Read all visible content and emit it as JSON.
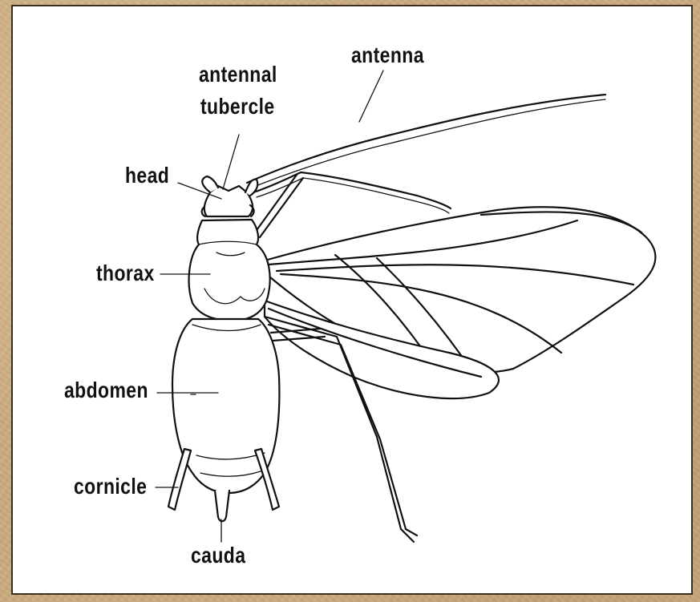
{
  "diagram": {
    "background_color": "#c9ab7f",
    "panel_color": "#ffffff",
    "line_color": "#111111",
    "labels": {
      "antenna": "antenna",
      "antennal_tubercle_line1": "antennal",
      "antennal_tubercle_line2": "tubercle",
      "head": "head",
      "thorax": "thorax",
      "abdomen": "abdomen",
      "cornicle": "cornicle",
      "cauda": "cauda"
    }
  }
}
